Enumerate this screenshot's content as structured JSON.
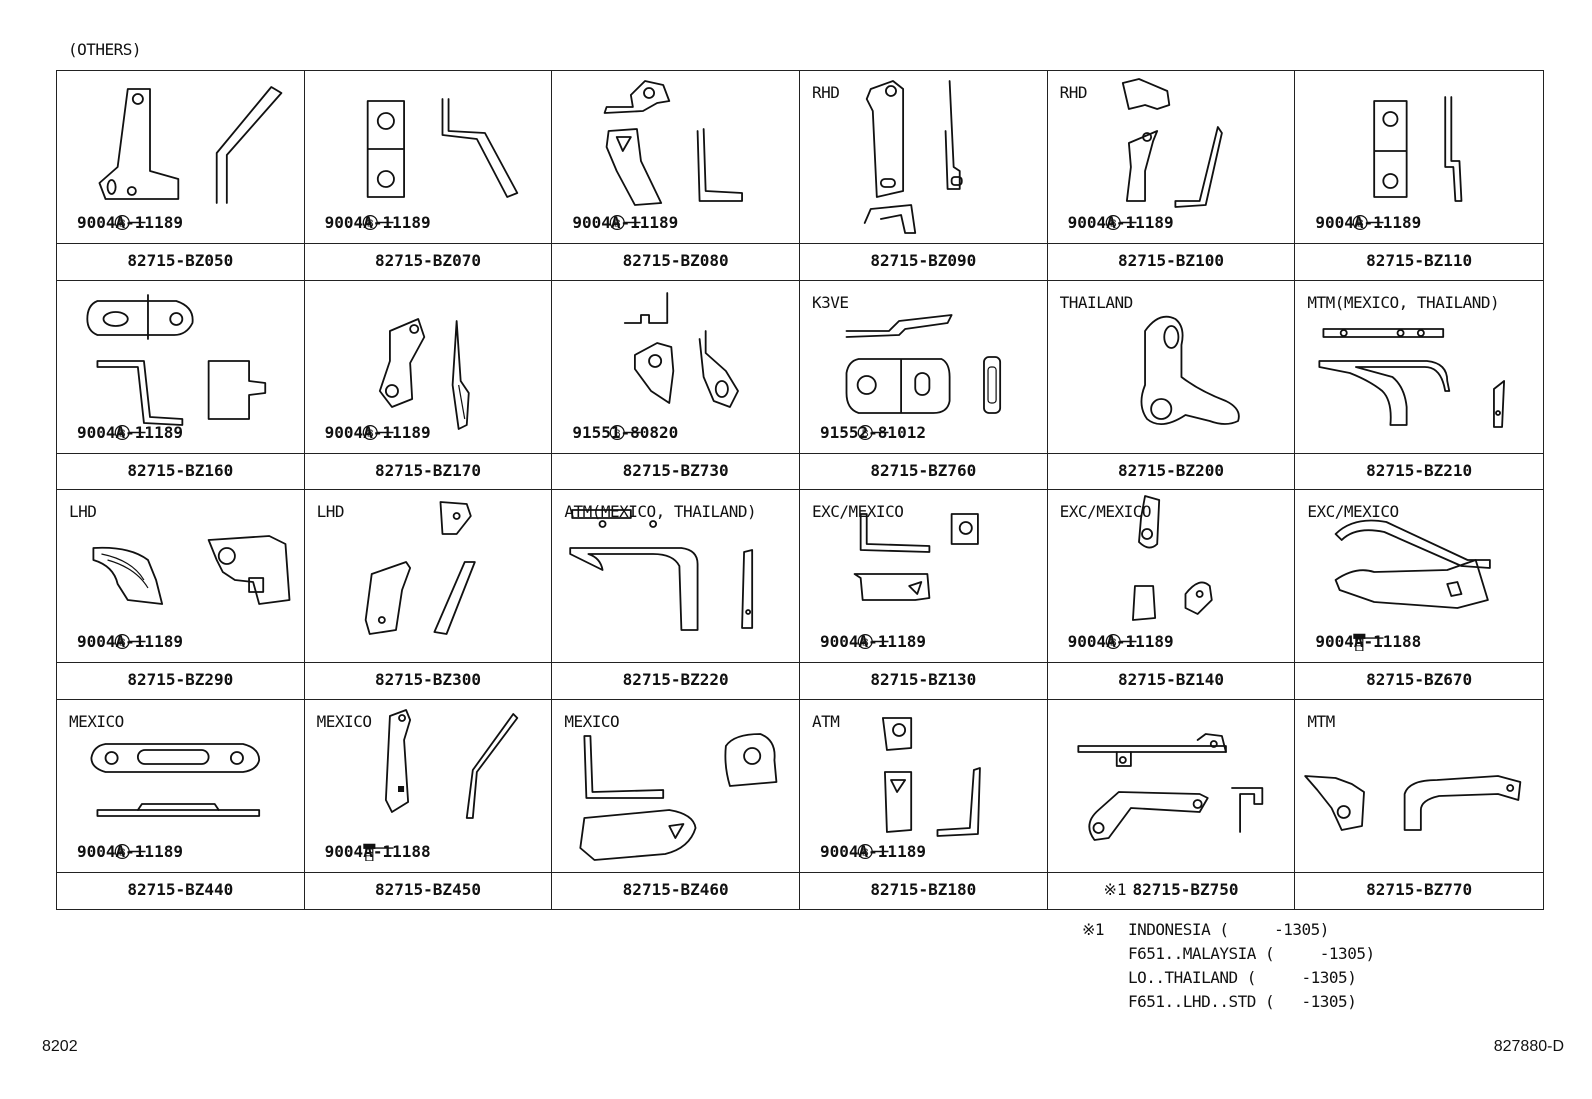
{
  "section_label": "(OTHERS)",
  "cells": [
    {
      "note": "",
      "fastener": {
        "icon": "circled-b-icon",
        "number": "9004A-11189"
      },
      "part": {
        "mark": "",
        "number": "82715-BZ050"
      }
    },
    {
      "note": "",
      "fastener": {
        "icon": "circled-b-icon",
        "number": "9004A-11189"
      },
      "part": {
        "mark": "",
        "number": "82715-BZ070"
      }
    },
    {
      "note": "",
      "fastener": {
        "icon": "circled-b-icon",
        "number": "9004A-11189"
      },
      "part": {
        "mark": "",
        "number": "82715-BZ080"
      }
    },
    {
      "note": "RHD",
      "fastener": null,
      "part": {
        "mark": "",
        "number": "82715-BZ090"
      }
    },
    {
      "note": "RHD",
      "fastener": {
        "icon": "circled-b-icon",
        "number": "9004A-11189"
      },
      "part": {
        "mark": "",
        "number": "82715-BZ100"
      }
    },
    {
      "note": "",
      "fastener": {
        "icon": "circled-b-icon",
        "number": "9004A-11189"
      },
      "part": {
        "mark": "",
        "number": "82715-BZ110"
      }
    },
    {
      "note": "",
      "fastener": {
        "icon": "circled-b-icon",
        "number": "9004A-11189"
      },
      "part": {
        "mark": "",
        "number": "82715-BZ160"
      }
    },
    {
      "note": "",
      "fastener": {
        "icon": "circled-b-icon",
        "number": "9004A-11189"
      },
      "part": {
        "mark": "",
        "number": "82715-BZ170"
      }
    },
    {
      "note": "",
      "fastener": {
        "icon": "circled-b-icon",
        "number": "91551-80820"
      },
      "part": {
        "mark": "",
        "number": "82715-BZ730"
      }
    },
    {
      "note": "K3VE",
      "fastener": {
        "icon": "circled-b-icon",
        "number": "91552-81012"
      },
      "part": {
        "mark": "",
        "number": "82715-BZ760"
      }
    },
    {
      "note": "THAILAND",
      "fastener": null,
      "part": {
        "mark": "",
        "number": "82715-BZ200"
      }
    },
    {
      "note": "MTM(MEXICO, THAILAND)",
      "fastener": null,
      "part": {
        "mark": "",
        "number": "82715-BZ210"
      }
    },
    {
      "note": "LHD",
      "fastener": {
        "icon": "circled-b-icon",
        "number": "9004A-11189"
      },
      "part": {
        "mark": "",
        "number": "82715-BZ290"
      }
    },
    {
      "note": "LHD",
      "fastener": null,
      "part": {
        "mark": "",
        "number": "82715-BZ300"
      }
    },
    {
      "note": "ATM(MEXICO, THAILAND)",
      "fastener": null,
      "part": {
        "mark": "",
        "number": "82715-BZ220"
      }
    },
    {
      "note": "EXC/MEXICO",
      "fastener": {
        "icon": "circled-b-icon",
        "number": "9004A-11189"
      },
      "part": {
        "mark": "",
        "number": "82715-BZ130"
      }
    },
    {
      "note": "EXC/MEXICO",
      "fastener": {
        "icon": "circled-b-icon",
        "number": "9004A-11189"
      },
      "part": {
        "mark": "",
        "number": "82715-BZ140"
      }
    },
    {
      "note": "EXC/MEXICO",
      "fastener": {
        "icon": "bolt-icon",
        "number": "9004A-11188"
      },
      "part": {
        "mark": "",
        "number": "82715-BZ670"
      }
    },
    {
      "note": "MEXICO",
      "fastener": {
        "icon": "circled-b-icon",
        "number": "9004A-11189"
      },
      "part": {
        "mark": "",
        "number": "82715-BZ440"
      }
    },
    {
      "note": "MEXICO",
      "fastener": {
        "icon": "bolt-icon",
        "number": "9004A-11188"
      },
      "part": {
        "mark": "",
        "number": "82715-BZ450"
      }
    },
    {
      "note": "MEXICO",
      "fastener": null,
      "part": {
        "mark": "",
        "number": "82715-BZ460"
      }
    },
    {
      "note": "ATM",
      "fastener": {
        "icon": "circled-b-icon",
        "number": "9004A-11189"
      },
      "part": {
        "mark": "",
        "number": "82715-BZ180"
      }
    },
    {
      "note": "",
      "fastener": null,
      "part": {
        "mark": "※1",
        "number": "82715-BZ750"
      }
    },
    {
      "note": "MTM",
      "fastener": null,
      "part": {
        "mark": "",
        "number": "82715-BZ770"
      }
    }
  ],
  "footnote": {
    "mark": "※1",
    "lines": [
      "INDONESIA (     -1305)",
      "F651..MALAYSIA (     -1305)",
      "LO..THAILAND (     -1305)",
      "F651..LHD..STD (   -1305)"
    ]
  },
  "page_code": "8202",
  "diagram_code": "827880-D"
}
